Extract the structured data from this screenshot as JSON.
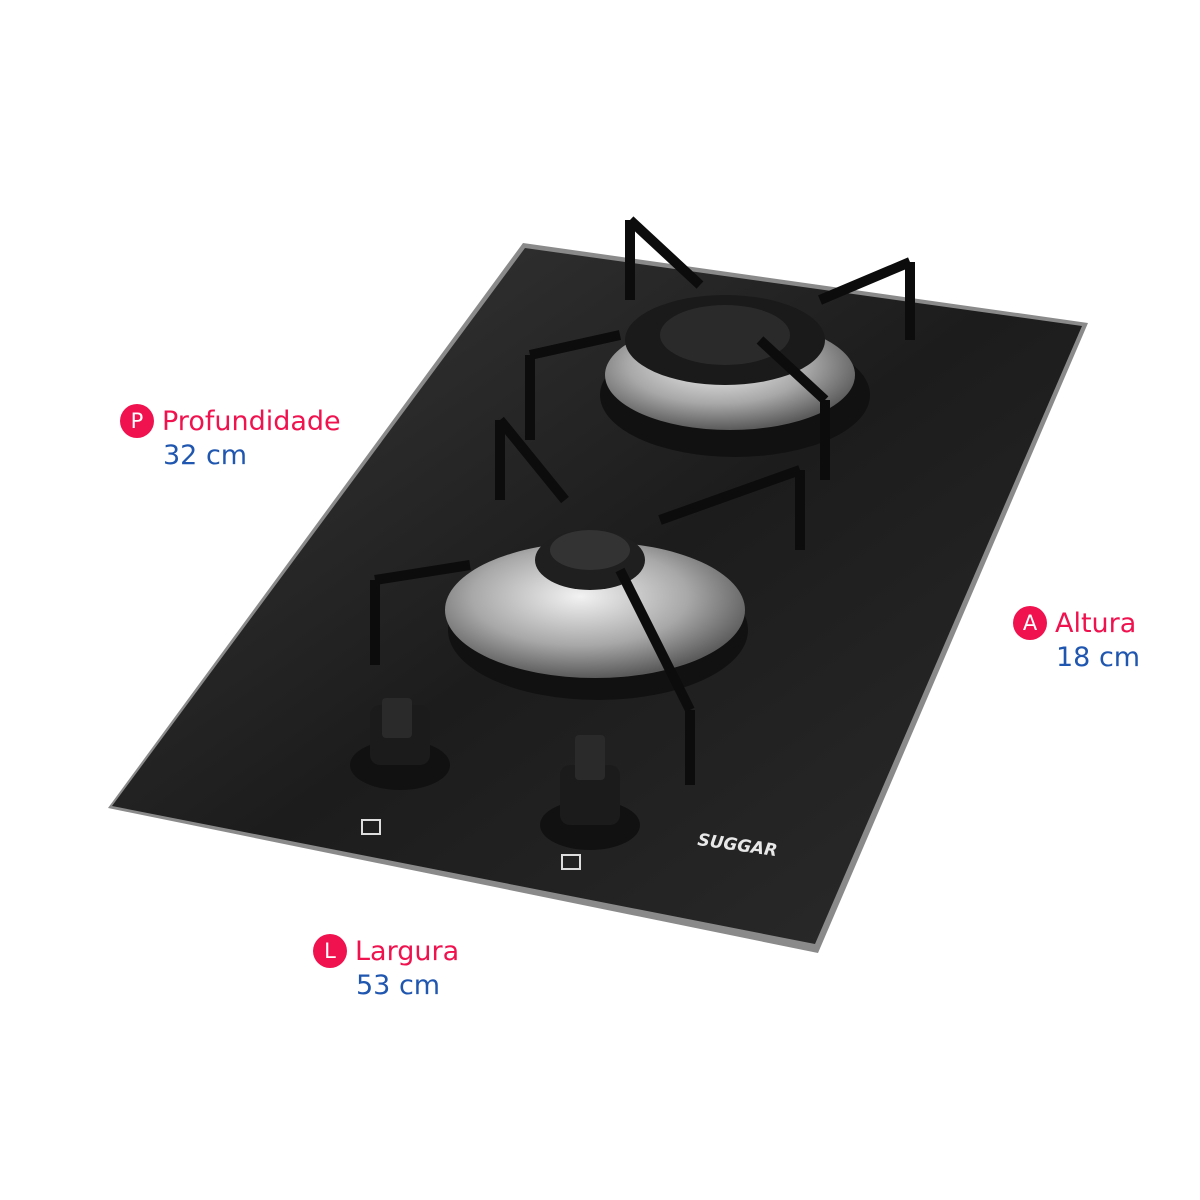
{
  "brand": "SUGGAR",
  "colors": {
    "accent": "#f0124f",
    "value": "#1f56b0",
    "glass": "#2a2a2a"
  },
  "dimensions": [
    {
      "badge": "P",
      "label": "Profundidade",
      "value": "32 cm"
    },
    {
      "badge": "A",
      "label": "Altura",
      "value": "18 cm"
    },
    {
      "badge": "L",
      "label": "Largura",
      "value": "53 cm"
    }
  ]
}
